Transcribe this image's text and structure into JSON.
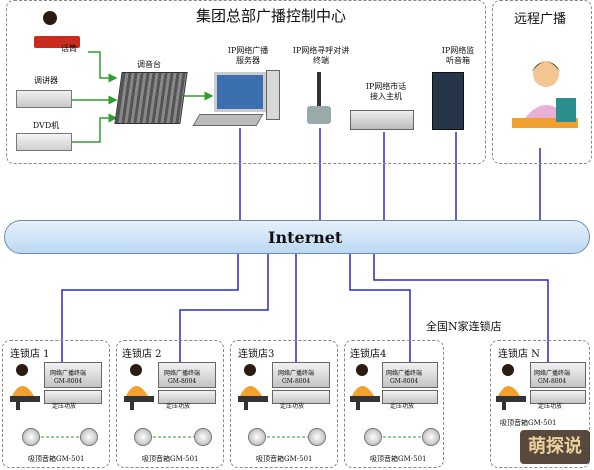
{
  "hq": {
    "title": "集团总部广播控制中心",
    "mic_label": "话筒",
    "tuner_label": "调讲器",
    "dvd_label": "DVD机",
    "mixer_label": "调音台",
    "server_label_1": "IP网络广播",
    "server_label_2": "服务器",
    "intercom_label_1": "IP网络寻呼对讲",
    "intercom_label_2": "终端",
    "phone_label_1": "IP网络市话",
    "phone_label_2": "接入主机",
    "monitor_label_1": "IP网络监",
    "monitor_label_2": "听音箱"
  },
  "remote": {
    "title": "远程广播"
  },
  "network": {
    "label": "Internet"
  },
  "stores_caption": "全国N家连锁店",
  "stores": [
    {
      "name": "连锁店 1",
      "terminal": "网络广播终端",
      "model": "GM-8004",
      "timer": "定压功放",
      "speaker": "吸顶音箱GM-501"
    },
    {
      "name": "连锁店 2",
      "terminal": "网络广播终端",
      "model": "GM-8004",
      "timer": "定压功放",
      "speaker": "吸顶音箱GM-501"
    },
    {
      "name": "连锁店3",
      "terminal": "网络广播终端",
      "model": "GM-8004",
      "timer": "定压功放",
      "speaker": "吸顶音箱GM-501"
    },
    {
      "name": "连锁店4",
      "terminal": "网络广播终端",
      "model": "GM-8004",
      "timer": "定压功放",
      "speaker": "吸顶音箱GM-501"
    },
    {
      "name": "连锁店 N",
      "terminal": "网络广播终端",
      "model": "GM-8004",
      "timer": "定压功放",
      "speaker": "吸顶音箱GM-501"
    }
  ],
  "watermark": "萌探说",
  "colors": {
    "arrow": "#2e9e2e",
    "link": "#2a2ad0",
    "bus": "#bcd8f2"
  }
}
